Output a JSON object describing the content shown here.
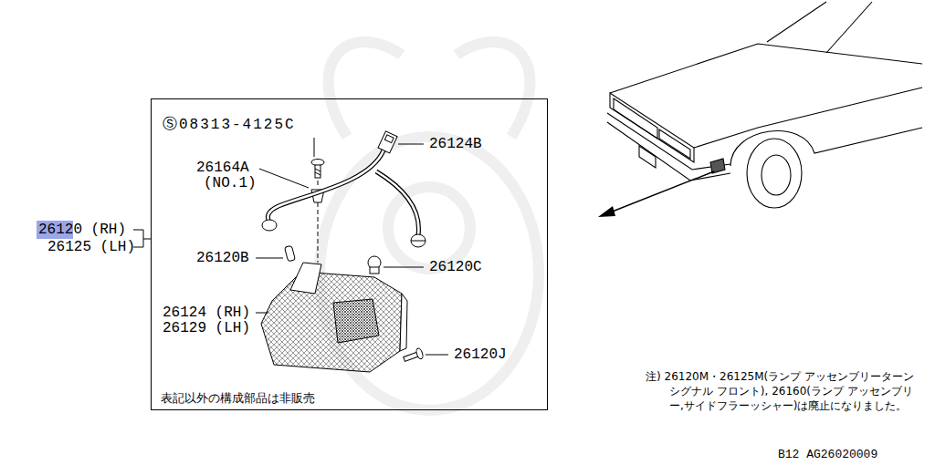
{
  "diagram": {
    "nodes": [
      {
        "text": [
          "表記以外の構成部品は非販売"
        ]
      }
    ],
    "labels": [
      "26120 (RH)",
      "26125 (LH)",
      "Ⓢ08313-4125C",
      "26164A",
      "(NO.1)",
      "26124B",
      "26120B",
      "26120C",
      "26124 (RH)",
      "26129 (LH)",
      "26120J",
      "注) 26120M・26125M(ランプ アッセンブリーターンシグナル フロント), 26160(ランプ アッセンブリー,サイドフラーッシャー)は廃止になりました。",
      "B12 AG26020009"
    ]
  }
}
